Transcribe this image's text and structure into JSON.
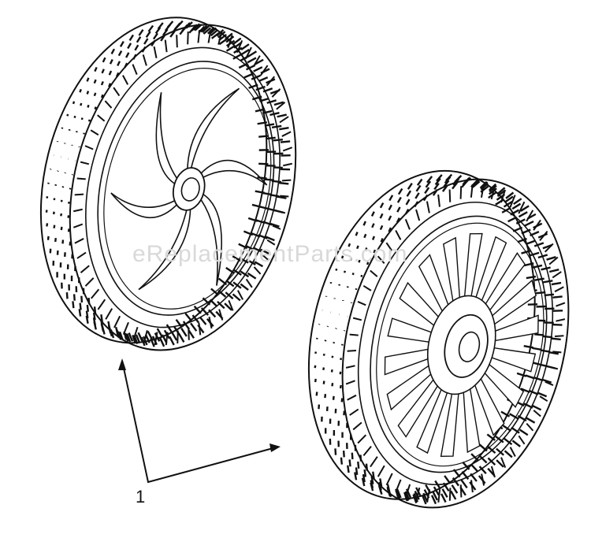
{
  "callout": {
    "label": "1"
  },
  "watermark": {
    "text": "eReplacementParts.com"
  },
  "colors": {
    "line": "#111111",
    "background": "#ffffff",
    "watermark": "#d9d9d9"
  },
  "parts": [
    {
      "name": "wheel-front",
      "hub_style": "curved-spokes"
    },
    {
      "name": "wheel-rear",
      "hub_style": "radial-fins"
    }
  ]
}
